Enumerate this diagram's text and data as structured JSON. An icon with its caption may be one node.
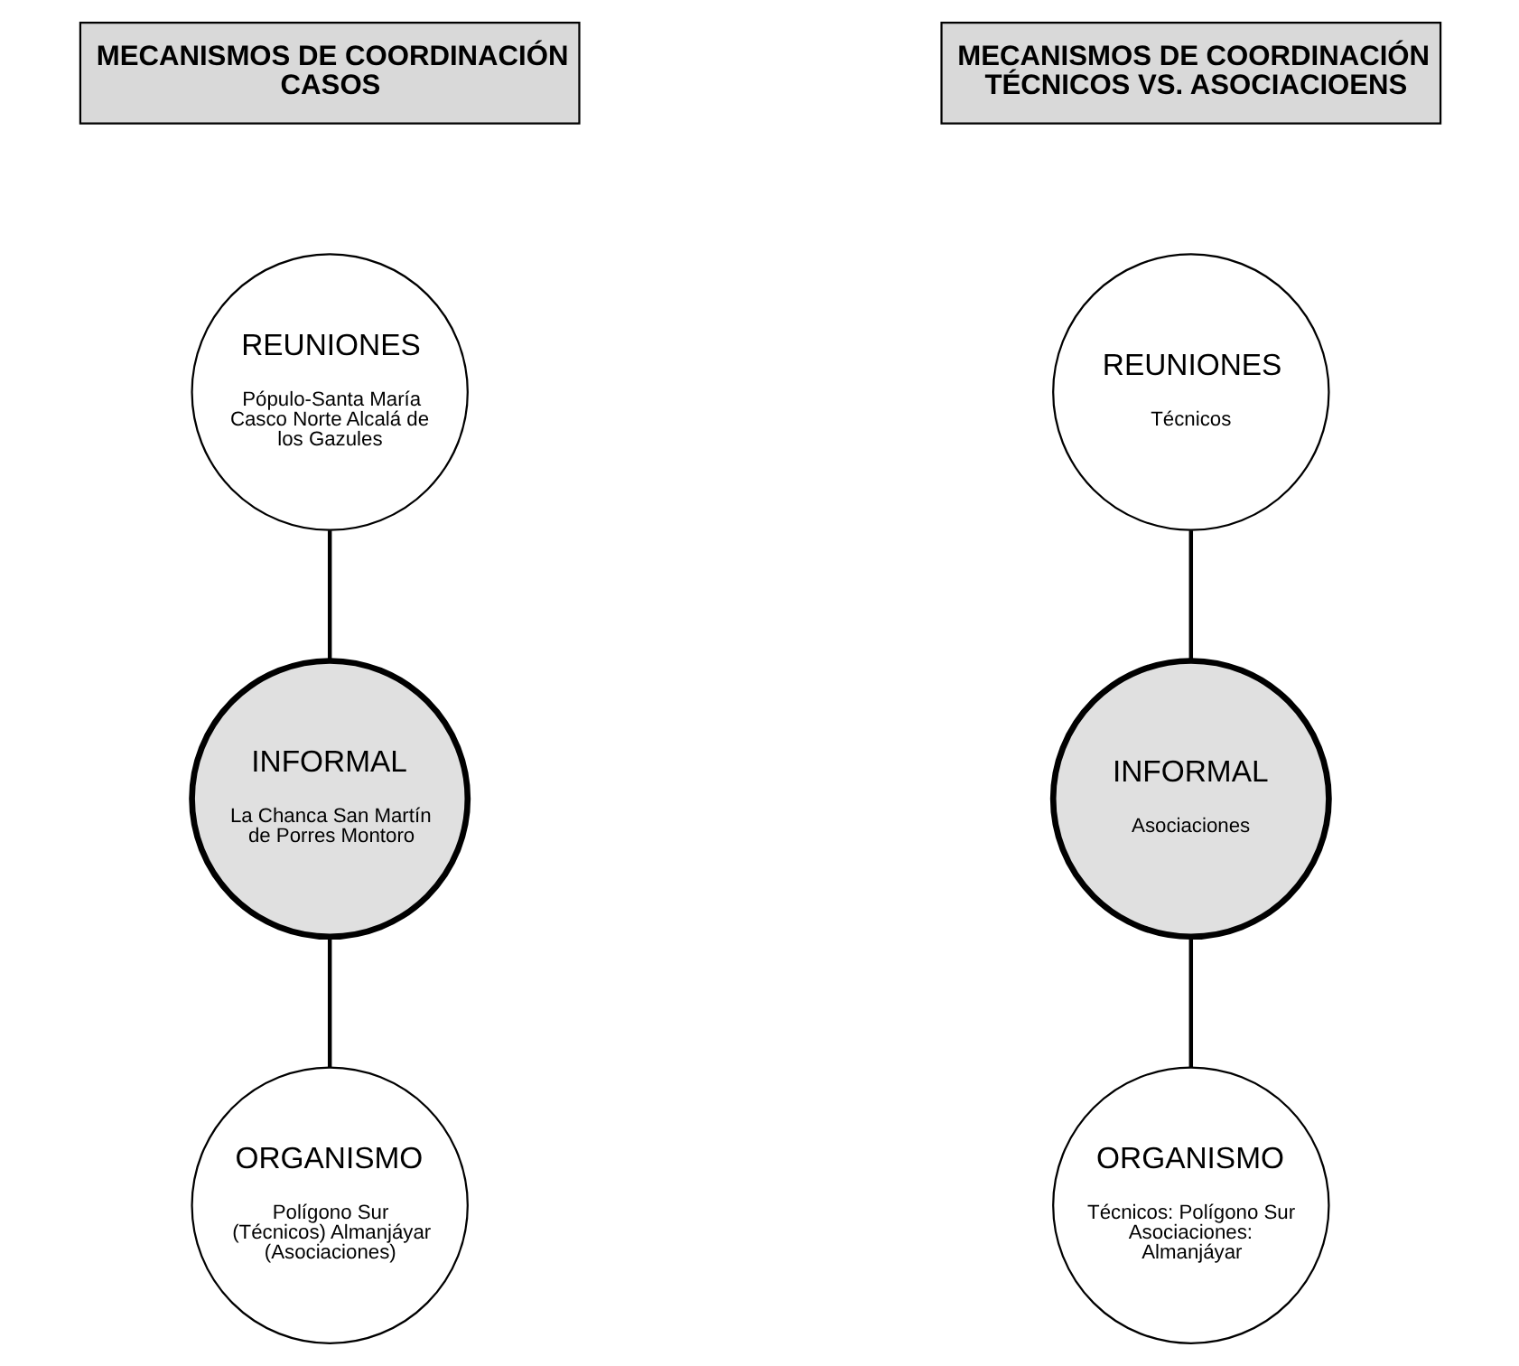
{
  "diagram": {
    "nodes": [
      {
        "text": [
          "MECANISMOS DE COORDINACIÓN CASOS"
        ]
      },
      {
        "text": [
          "REUNIONES",
          "Pópulo-Santa María Casco Norte Alcalá de los Gazules"
        ]
      },
      {
        "text": [
          "INFORMAL",
          "La Chanca San Martín de Porres Montoro"
        ]
      },
      {
        "text": [
          "ORGANISMO",
          "Polígono Sur (Técnicos) Almanjáyar (Asociaciones)"
        ]
      },
      {
        "text": [
          "MECANISMOS DE COORDINACIÓN TÉCNICOS VS. ASOCIACIOENS"
        ]
      },
      {
        "text": [
          "REUNIONES",
          "Técnicos"
        ]
      },
      {
        "text": [
          "INFORMAL",
          "Asociaciones"
        ]
      },
      {
        "text": [
          "ORGANISMO",
          "Técnicos: Polígono Sur Asociaciones: Almanjáyar"
        ]
      }
    ],
    "edges": [
      {
        "from": 1,
        "to": 2,
        "arrow": "none"
      },
      {
        "from": 2,
        "to": 3,
        "arrow": "none"
      },
      {
        "from": 5,
        "to": 6,
        "arrow": "none"
      },
      {
        "from": 6,
        "to": 7,
        "arrow": "none"
      }
    ]
  }
}
